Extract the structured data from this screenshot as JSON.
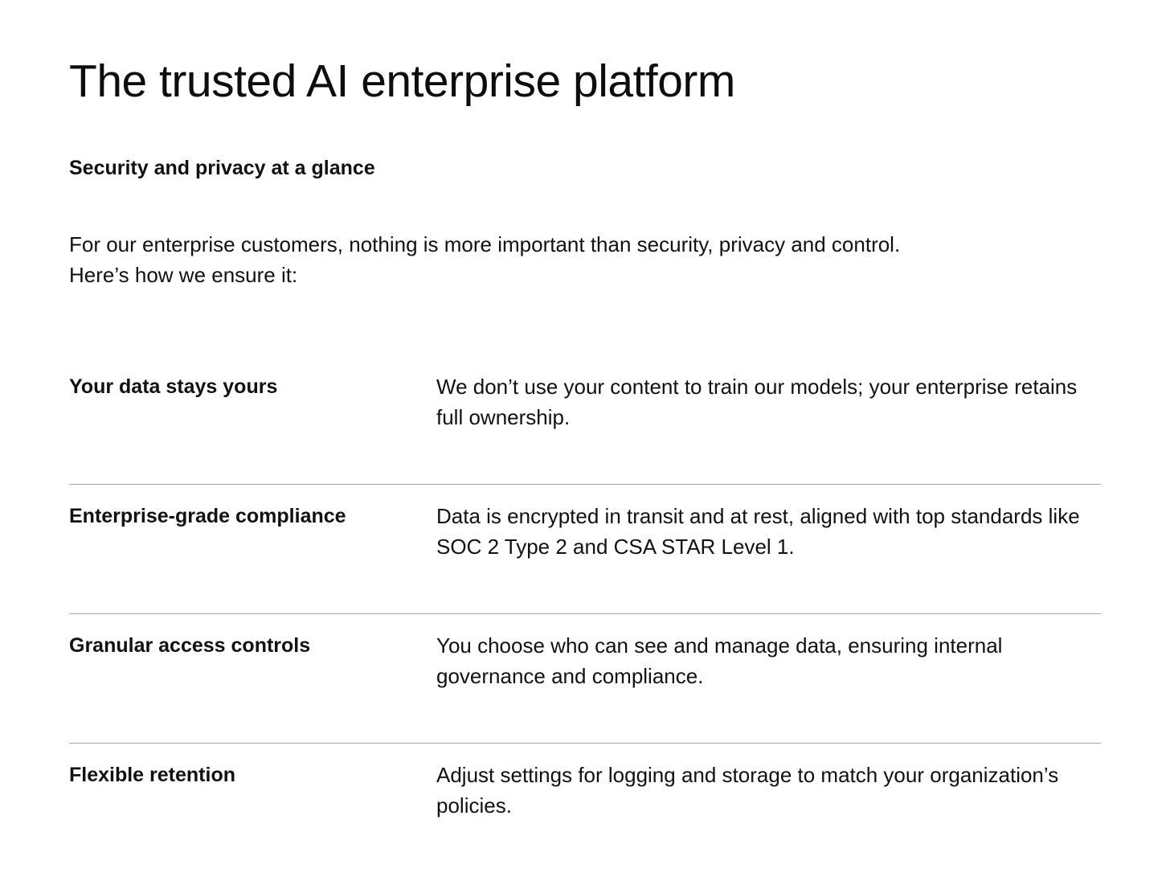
{
  "header": {
    "title": "The trusted AI enterprise platform",
    "subtitle": "Security and privacy at a glance"
  },
  "intro": {
    "line1": "For our enterprise customers, nothing is more important than security, privacy and control.",
    "line2": "Here’s how we ensure it:"
  },
  "features": [
    {
      "name": "Your data stays yours",
      "description": "We don’t use your content to train our models; your enterprise retains full ownership."
    },
    {
      "name": "Enterprise-grade compliance",
      "description": "Data is encrypted in transit and at rest, aligned with top standards like SOC 2 Type 2 and CSA STAR Level 1."
    },
    {
      "name": "Granular access controls",
      "description": "You choose who can see and manage data, ensuring internal governance and compliance."
    },
    {
      "name": "Flexible retention",
      "description": "Adjust settings for logging and storage to match your organization’s policies."
    }
  ]
}
